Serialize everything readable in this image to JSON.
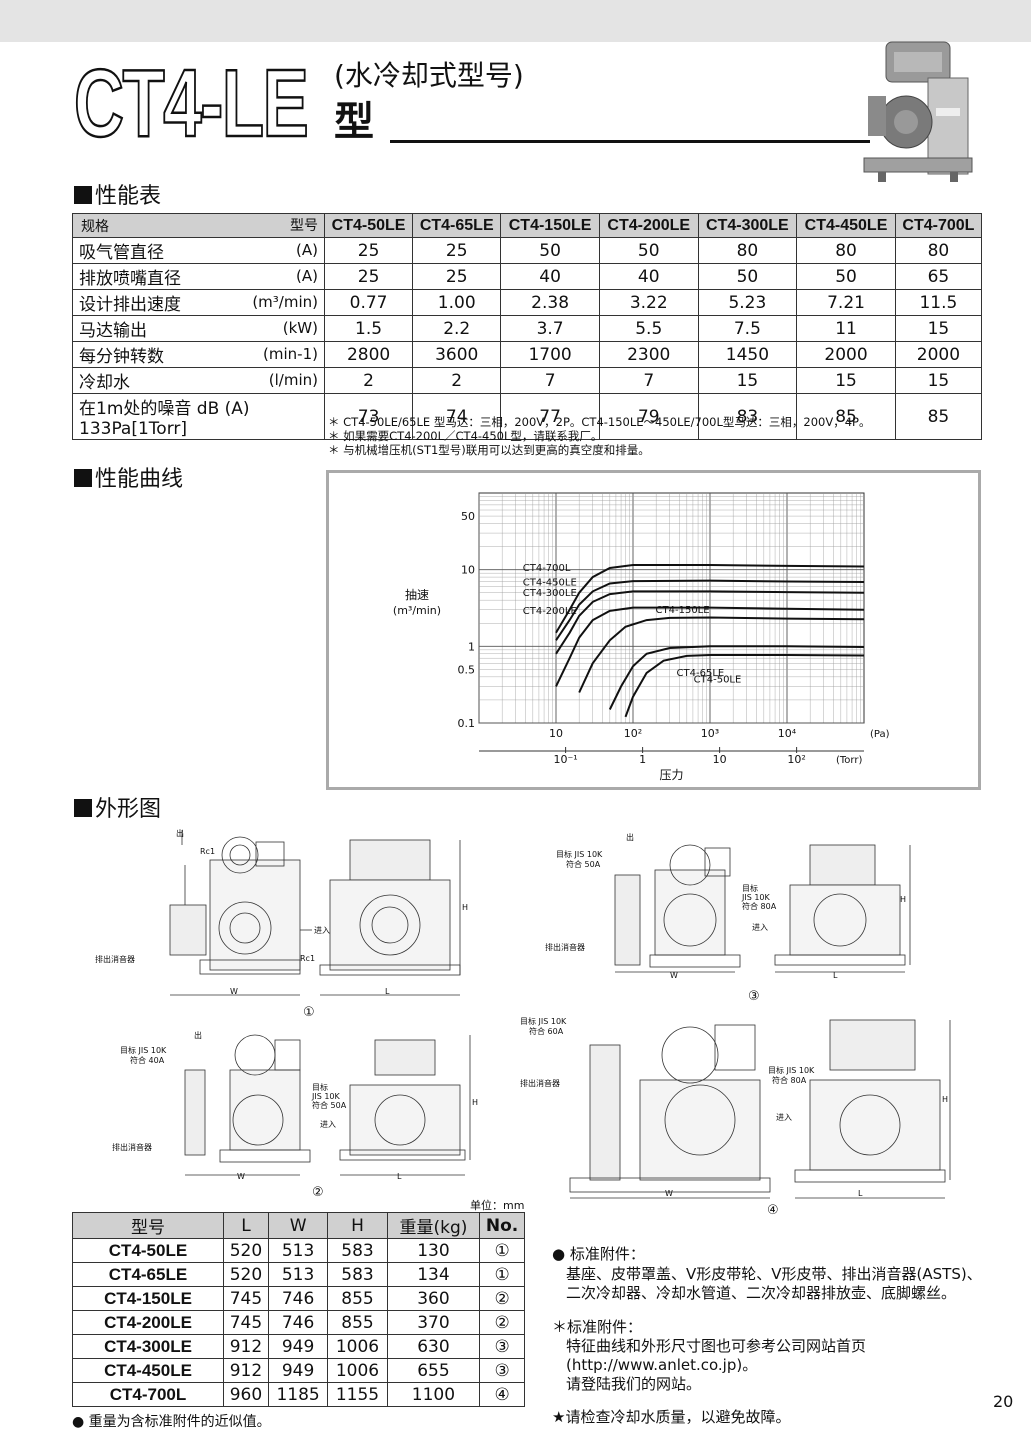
{
  "header": {
    "model_big": "CT4-LE",
    "model_sub": "(水冷却式型号)",
    "model_type": "型"
  },
  "sections": {
    "performance_table": "性能表",
    "performance_curve": "性能曲线",
    "outline": "外形图"
  },
  "perf_table": {
    "corner_spec": "规格",
    "corner_model": "型号",
    "models": [
      "CT4-50LE",
      "CT4-65LE",
      "CT4-150LE",
      "CT4-200LE",
      "CT4-300LE",
      "CT4-450LE",
      "CT4-700L"
    ],
    "rows": [
      {
        "label": "吸气管直径",
        "unit": "(A)",
        "values": [
          "25",
          "25",
          "50",
          "50",
          "80",
          "80",
          "80"
        ]
      },
      {
        "label": "排放喷嘴直径",
        "unit": "(A)",
        "values": [
          "25",
          "25",
          "40",
          "40",
          "50",
          "50",
          "65"
        ]
      },
      {
        "label": "设计排出速度",
        "unit": "(m³/min)",
        "values": [
          "0.77",
          "1.00",
          "2.38",
          "3.22",
          "5.23",
          "7.21",
          "11.5"
        ]
      },
      {
        "label": "马达输出",
        "unit": "(kW)",
        "values": [
          "1.5",
          "2.2",
          "3.7",
          "5.5",
          "7.5",
          "11",
          "15"
        ]
      },
      {
        "label": "每分钟转数",
        "unit": "(min-1)",
        "values": [
          "2800",
          "3600",
          "1700",
          "2300",
          "1450",
          "2000",
          "2000"
        ]
      },
      {
        "label": "冷却水",
        "unit": "(l/min)",
        "values": [
          "2",
          "2",
          "7",
          "7",
          "15",
          "15",
          "15"
        ]
      },
      {
        "label": "在1m处的噪音 dB (A) 133Pa[1Torr]",
        "unit": "",
        "values": [
          "73",
          "74",
          "77",
          "79",
          "83",
          "85",
          "85"
        ]
      }
    ]
  },
  "notes": [
    "＊ CT4-50LE/65LE 型马达：三相，200V，2P。CT4-150LE～450LE/700L型马达：三相，200V，4P。",
    "＊ 如果需要CT4-200L／CT4-450L型，请联系我厂。",
    "＊ 与机械增压机(ST1型号)联用可以达到更高的真空度和排量。"
  ],
  "chart_data": {
    "type": "line",
    "ylabel": "抽速\n(m³/min)",
    "xlabel": "压力",
    "x_unit_primary": "(Pa)",
    "x_unit_secondary": "(Torr)",
    "x_scale": "log",
    "y_scale": "log",
    "xlim": [
      1,
      100000
    ],
    "ylim": [
      0.1,
      100
    ],
    "x_ticks_pa": [
      "10",
      "10²",
      "10³",
      "10⁴"
    ],
    "x_ticks_torr": [
      "10⁻¹",
      "1",
      "10",
      "10²"
    ],
    "y_ticks": [
      "0.1",
      "0.5",
      "1",
      "10",
      "50"
    ],
    "grid": true,
    "series": [
      {
        "name": "CT4-700L",
        "x": [
          10,
          15,
          20,
          30,
          50,
          100,
          1000,
          10000,
          100000
        ],
        "y": [
          1.5,
          3,
          5,
          8,
          10.5,
          11.5,
          11.5,
          11.2,
          11
        ]
      },
      {
        "name": "CT4-450LE",
        "x": [
          10,
          15,
          20,
          30,
          50,
          100,
          1000,
          10000,
          100000
        ],
        "y": [
          1.2,
          2.2,
          3.5,
          5.2,
          6.6,
          7.1,
          7.2,
          7.0,
          6.9
        ]
      },
      {
        "name": "CT4-300LE",
        "x": [
          10,
          15,
          20,
          30,
          50,
          100,
          1000,
          10000,
          100000
        ],
        "y": [
          0.8,
          1.5,
          2.5,
          3.8,
          4.8,
          5.2,
          5.2,
          5.1,
          5.0
        ]
      },
      {
        "name": "CT4-200LE",
        "x": [
          10,
          15,
          20,
          30,
          50,
          100,
          1000,
          10000,
          100000
        ],
        "y": [
          0.3,
          0.7,
          1.3,
          2.2,
          2.9,
          3.2,
          3.2,
          3.1,
          3.0
        ]
      },
      {
        "name": "CT4-150LE",
        "x": [
          20,
          30,
          50,
          80,
          150,
          300,
          1000,
          10000,
          100000
        ],
        "y": [
          0.25,
          0.6,
          1.2,
          1.8,
          2.2,
          2.35,
          2.38,
          2.3,
          2.25
        ]
      },
      {
        "name": "CT4-65LE",
        "x": [
          50,
          70,
          100,
          150,
          300,
          1000,
          10000,
          100000
        ],
        "y": [
          0.15,
          0.3,
          0.55,
          0.8,
          0.95,
          1.0,
          1.0,
          0.98
        ]
      },
      {
        "name": "CT4-50LE",
        "x": [
          80,
          100,
          150,
          250,
          500,
          1000,
          10000,
          100000
        ],
        "y": [
          0.12,
          0.22,
          0.45,
          0.65,
          0.75,
          0.77,
          0.77,
          0.76
        ]
      }
    ]
  },
  "drawings": {
    "d1": {
      "no": "①",
      "labels": [
        "出",
        "Rc1",
        "Rc1",
        "进入",
        "排出消音器",
        "W",
        "L",
        "H"
      ]
    },
    "d2": {
      "no": "②",
      "labels": [
        "出",
        "目标 JIS 10K",
        "符合 40A",
        "目标",
        "JIS 10K",
        "符合 50A",
        "进入",
        "排出消音器",
        "W",
        "L",
        "H"
      ]
    },
    "d3": {
      "no": "③",
      "labels": [
        "出",
        "目标 JIS 10K",
        "符合 50A",
        "目标",
        "JIS 10K",
        "符合 80A",
        "进入",
        "排出消音器",
        "W",
        "L",
        "H"
      ]
    },
    "d4": {
      "no": "④",
      "labels": [
        "目标 JIS 10K",
        "符合 60A",
        "排出消音器",
        "目标 JIS 10K",
        "符合 80A",
        "进入",
        "W",
        "L",
        "H"
      ]
    }
  },
  "dim_table": {
    "unit": "单位：mm",
    "headers": [
      "型号",
      "L",
      "W",
      "H",
      "重量(kg)",
      "No."
    ],
    "rows": [
      [
        "CT4-50LE",
        "520",
        "513",
        "583",
        "130",
        "①"
      ],
      [
        "CT4-65LE",
        "520",
        "513",
        "583",
        "134",
        "①"
      ],
      [
        "CT4-150LE",
        "745",
        "746",
        "855",
        "360",
        "②"
      ],
      [
        "CT4-200LE",
        "745",
        "746",
        "855",
        "370",
        "②"
      ],
      [
        "CT4-300LE",
        "912",
        "949",
        "1006",
        "630",
        "③"
      ],
      [
        "CT4-450LE",
        "912",
        "949",
        "1006",
        "655",
        "③"
      ],
      [
        "CT4-700L",
        "960",
        "1185",
        "1155",
        "1100",
        "④"
      ]
    ],
    "footnote": "● 重量为含标准附件的近似值。"
  },
  "accessories": {
    "std_title": "● 标准附件：",
    "std_text1": "基座、皮带罩盖、V形皮带轮、V形皮带、排出消音器(ASTS)、",
    "std_text2": "二次冷却器、冷却水管道、二次冷却器排放壶、底脚螺丝。",
    "ref_title": "＊标准附件：",
    "ref_text1": "特征曲线和外形尺寸图也可参考公司网站首页",
    "ref_text2": "(http://www.anlet.co.jp)。",
    "ref_text3": "请登陆我们的网站。",
    "warning": "★请检查冷却水质量，以避免故障。"
  },
  "page_number": "20"
}
